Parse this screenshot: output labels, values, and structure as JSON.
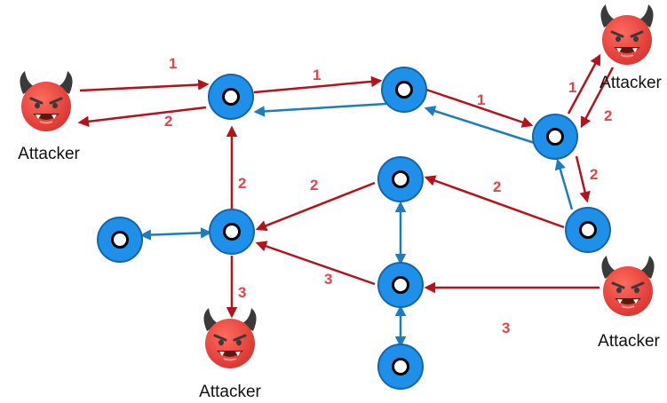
{
  "colors": {
    "attack_edge": "#b5121b",
    "normal_edge": "#1f7bbf",
    "edge_label": "#e8434a",
    "node_fill": "#1e90ea",
    "node_stroke": "#1565a8",
    "node_core": "#ffffff",
    "devil_face": "#e5413e",
    "devil_horn": "#3a3a3a"
  },
  "attacker_label": "Attacker",
  "attackers": [
    {
      "id": "attacker-left",
      "label": "Attacker"
    },
    {
      "id": "attacker-top-right",
      "label": "Attacker"
    },
    {
      "id": "attacker-right",
      "label": "Attacker"
    },
    {
      "id": "attacker-bottom",
      "label": "Attacker"
    }
  ],
  "nodes": [
    {
      "id": "n1"
    },
    {
      "id": "n2"
    },
    {
      "id": "n3"
    },
    {
      "id": "n4"
    },
    {
      "id": "n5"
    },
    {
      "id": "n6"
    },
    {
      "id": "n7"
    },
    {
      "id": "n8"
    },
    {
      "id": "n9"
    },
    {
      "id": "n10"
    }
  ],
  "edge_labels": {
    "l1": "1",
    "l2": "2",
    "l3": "1",
    "l4": "1",
    "l5": "1",
    "l6": "2",
    "l7": "2",
    "l8": "2",
    "l9": "2",
    "l10": "2",
    "l11": "3",
    "l12": "3",
    "l13": "3"
  }
}
